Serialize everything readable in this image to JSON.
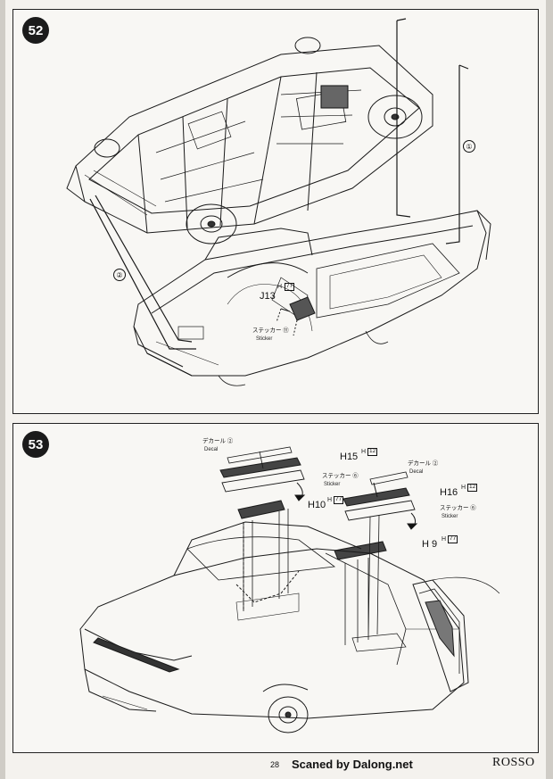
{
  "steps": [
    {
      "number": "52",
      "labels": {
        "part_j13": "J13",
        "runner_h": "H",
        "runner_h_no": "77",
        "sticker_jp": "ステッカー ⑪",
        "sticker_en": "Sticker",
        "callout_1": "①",
        "callout_2": "②"
      }
    },
    {
      "number": "53",
      "labels": {
        "decal_jp_1": "デカール ②",
        "decal_en_1": "Decal",
        "part_h15": "H15",
        "h15_runner": "H",
        "h15_runner_no": "12",
        "sticker_jp_1": "ステッカー ⑥",
        "sticker_en_1": "Sticker",
        "part_h10": "H10",
        "h10_runner": "H",
        "h10_runner_no": "77",
        "decal_jp_2": "デカール ②",
        "decal_en_2": "Decal",
        "part_h16": "H16",
        "h16_runner": "H",
        "h16_runner_no": "12",
        "sticker_jp_2": "ステッカー ⑥",
        "sticker_en_2": "Sticker",
        "part_h9": "H 9",
        "h9_runner": "H",
        "h9_runner_no": "77"
      }
    }
  ],
  "footer": {
    "page_number": "28",
    "credit": "Scaned by Dalong.net",
    "brand": "ROSSO"
  }
}
